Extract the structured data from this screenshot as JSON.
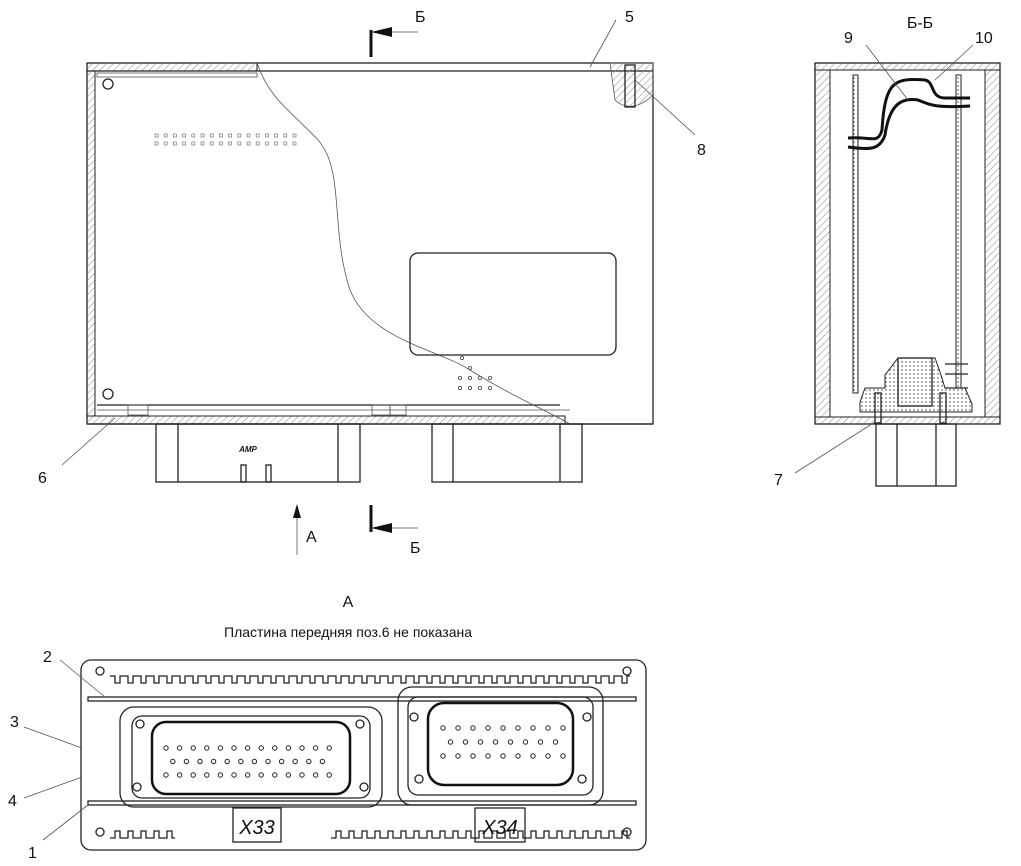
{
  "drawing": {
    "front_view": {
      "section_mark_top": "Б",
      "section_mark_bottom": "Б",
      "view_arrow_label": "А",
      "connector_brand": "AMP",
      "callouts": {
        "housing_top": "5",
        "screw": "8",
        "front_plate": "6"
      }
    },
    "section_view": {
      "title": "Б-Б",
      "callouts": {
        "wire_1": "9",
        "wire_2": "10",
        "screw": "7"
      }
    },
    "view_a": {
      "title": "А",
      "note": "Пластина передняя поз.6 не показана",
      "callouts": {
        "item_2": "2",
        "item_3": "3",
        "item_4": "4",
        "item_1": "1"
      },
      "connectors": [
        {
          "id": "X33",
          "label": "X33"
        },
        {
          "id": "X34",
          "label": "X34"
        }
      ]
    },
    "colors": {
      "line": "#222222",
      "hatch": "#777777",
      "background": "#ffffff"
    }
  }
}
